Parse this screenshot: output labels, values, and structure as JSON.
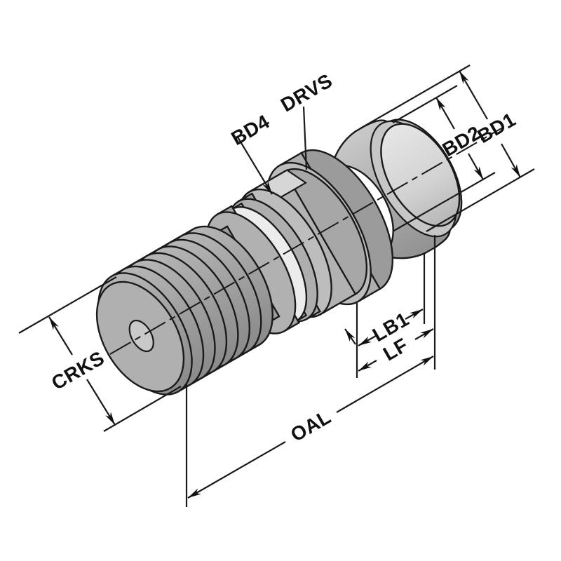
{
  "drawing": {
    "kind": "technical-dimension-diagram",
    "labels": {
      "drvs": "DRVS",
      "bd4": "BD4",
      "bd2": "BD2",
      "bd1": "BD1",
      "crks": "CRKS",
      "lb1": "LB1",
      "lf": "LF",
      "oal": "OAL"
    },
    "colors": {
      "line": "#1a1a1a",
      "metal_light": "#dcdcdc",
      "metal_mid": "#a8a8a8",
      "metal_dark": "#8d8d8d",
      "background": "#ffffff"
    }
  }
}
